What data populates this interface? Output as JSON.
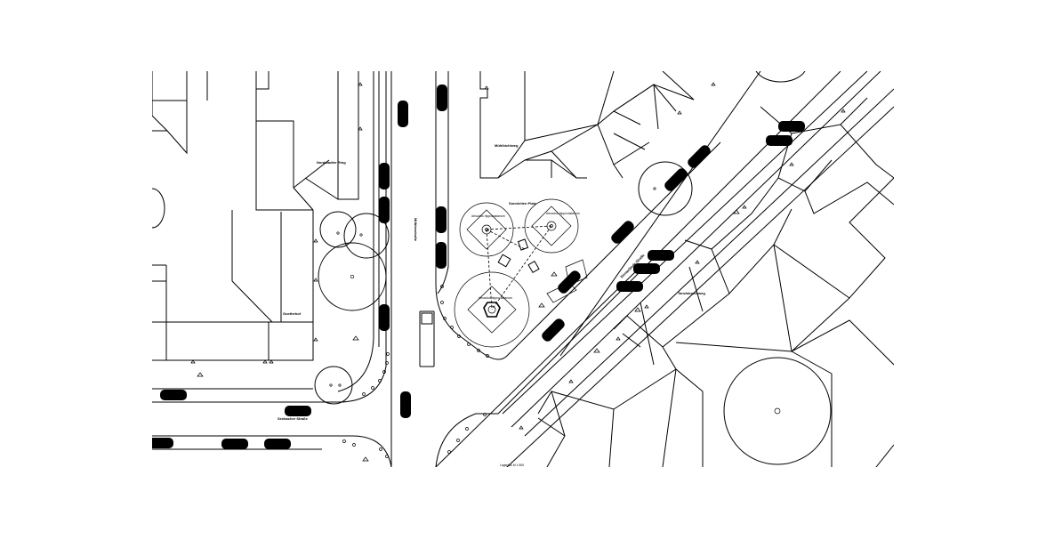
{
  "map": {
    "labels": {
      "street_top_left": "Nordstadter Ring",
      "street_vertical": "Mühlenstraße",
      "building_top_right": "Mühlbichlweg",
      "plaza": "Sonnleiten Platz",
      "street_bottom_left": "Seebacher Straße",
      "street_diagonal": "Donaulände Straße",
      "street_right": "Tanzlsbruckweg",
      "building_left": "Goethehof",
      "tree_1": "Aesculus hippocastanum",
      "tree_2": "Aesculus hippocastanum",
      "tree_3": "Aesculus hippocastanum",
      "scale_note": "Lageplan M 1:500"
    }
  }
}
